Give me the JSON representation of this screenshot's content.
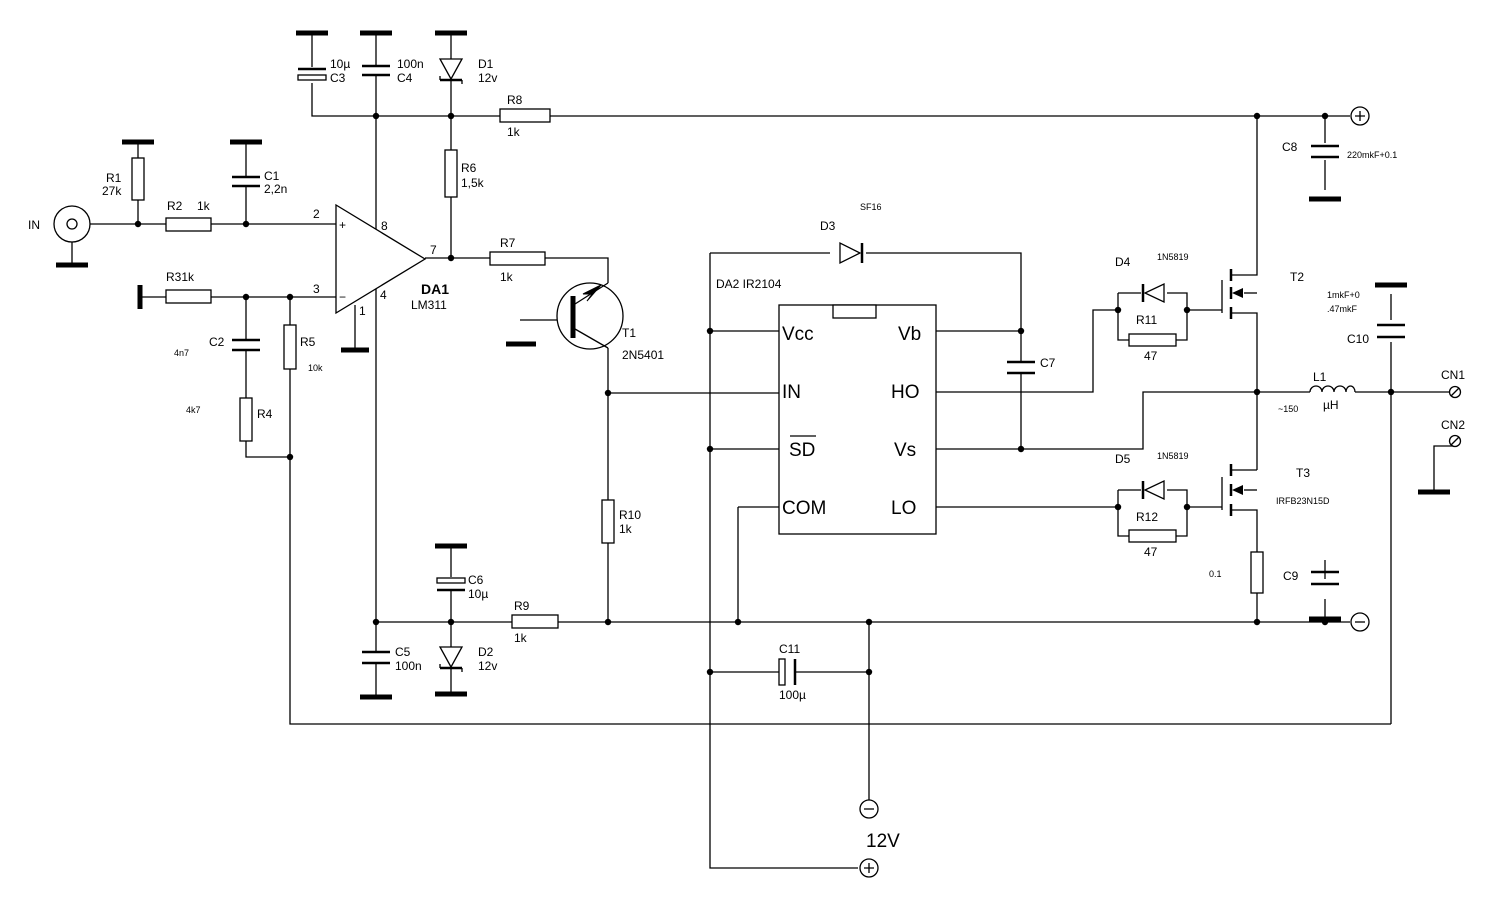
{
  "components": {
    "IN": "IN",
    "R1": "R1",
    "R1v": "27k",
    "R2": "R2",
    "R2v": "1k",
    "C1": "C1",
    "C1v": "2,2n",
    "R31k": "R31k",
    "C2": "C2",
    "C2v": "4n7",
    "R4": "R4",
    "R4v": "4k7",
    "R5": "R5",
    "R5v": "10k",
    "C3": "C3",
    "C3v": "10µ",
    "C4": "C4",
    "C4v": "100n",
    "D1": "D1",
    "D1v": "12v",
    "R8": "R8",
    "R8v": "1k",
    "R6": "R6",
    "R6v": "1,5k",
    "DA1": "DA1",
    "DA1v": "LM311",
    "p2": "2",
    "p3": "3",
    "p8": "8",
    "p7": "7",
    "p4": "4",
    "p1": "1",
    "plus": "+",
    "minus": "−",
    "R7": "R7",
    "R7v": "1k",
    "T1": "T1",
    "T1v": "2N5401",
    "D3": "D3",
    "D3v": "SF16",
    "DA2": "DA2  IR2104",
    "Vcc": "Vcc",
    "Vb": "Vb",
    "INpin": "IN",
    "HO": "HO",
    "SD": "SD",
    "Vs": "Vs",
    "COM": "COM",
    "LO": "LO",
    "C7": "C7",
    "D4": "D4",
    "D4v": "1N5819",
    "R11": "R11",
    "R11v": "47",
    "D5": "D5",
    "D5v": "1N5819",
    "R12": "R12",
    "R12v": "47",
    "T2": "T2",
    "T3": "T3",
    "T3v": "IRFB23N15D",
    "C8": "C8",
    "C8v": "220mkF+0.1",
    "C10": "C10",
    "C10v1": "1mkF+0",
    "C10v2": ".47mkF",
    "L1": "L1",
    "L1v1": "~150",
    "L1v2": "µH",
    "CN1": "CN1",
    "CN2": "CN2",
    "C9": "C9",
    "C9v": "0.1",
    "R10": "R10",
    "R10v": "1k",
    "C6": "C6",
    "C6v": "10µ",
    "C5": "C5",
    "C5v": "100n",
    "D2": "D2",
    "D2v": "12v",
    "R9": "R9",
    "R9v": "1k",
    "C11": "C11",
    "C11v": "100µ",
    "supply": "12V"
  }
}
